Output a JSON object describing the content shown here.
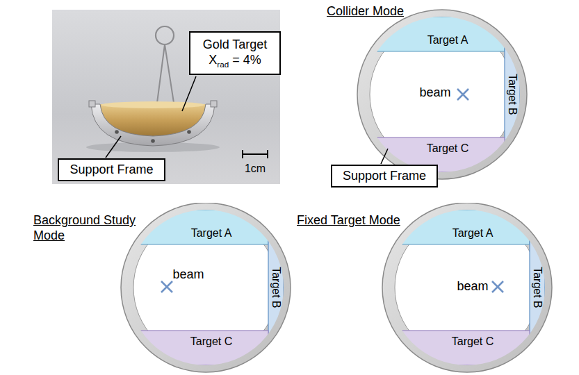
{
  "diagram": {
    "nodes": [
      {
        "text": [
          "Gold Target",
          "Xrad = 4%"
        ]
      },
      {
        "text": [
          "Support Frame"
        ]
      },
      {
        "text": [
          "Collider Mode"
        ]
      },
      {
        "text": [
          "Target A"
        ],
        "in": 2
      },
      {
        "text": [
          "Target B"
        ],
        "in": 2
      },
      {
        "text": [
          "Target C"
        ],
        "in": 2
      },
      {
        "text": [
          "Support Frame"
        ]
      },
      {
        "text": [
          "Background Study Mode"
        ]
      },
      {
        "text": [
          "Target A"
        ],
        "in": 7
      },
      {
        "text": [
          "Target B"
        ],
        "in": 7
      },
      {
        "text": [
          "Target C"
        ],
        "in": 7
      },
      {
        "text": [
          "Fixed Target Mode"
        ]
      },
      {
        "text": [
          "Target A"
        ],
        "in": 11
      },
      {
        "text": [
          "Target B"
        ],
        "in": 11
      },
      {
        "text": [
          "Target C"
        ],
        "in": 11
      }
    ],
    "labels": [
      "1cm",
      "beam",
      "beam",
      "beam"
    ]
  }
}
